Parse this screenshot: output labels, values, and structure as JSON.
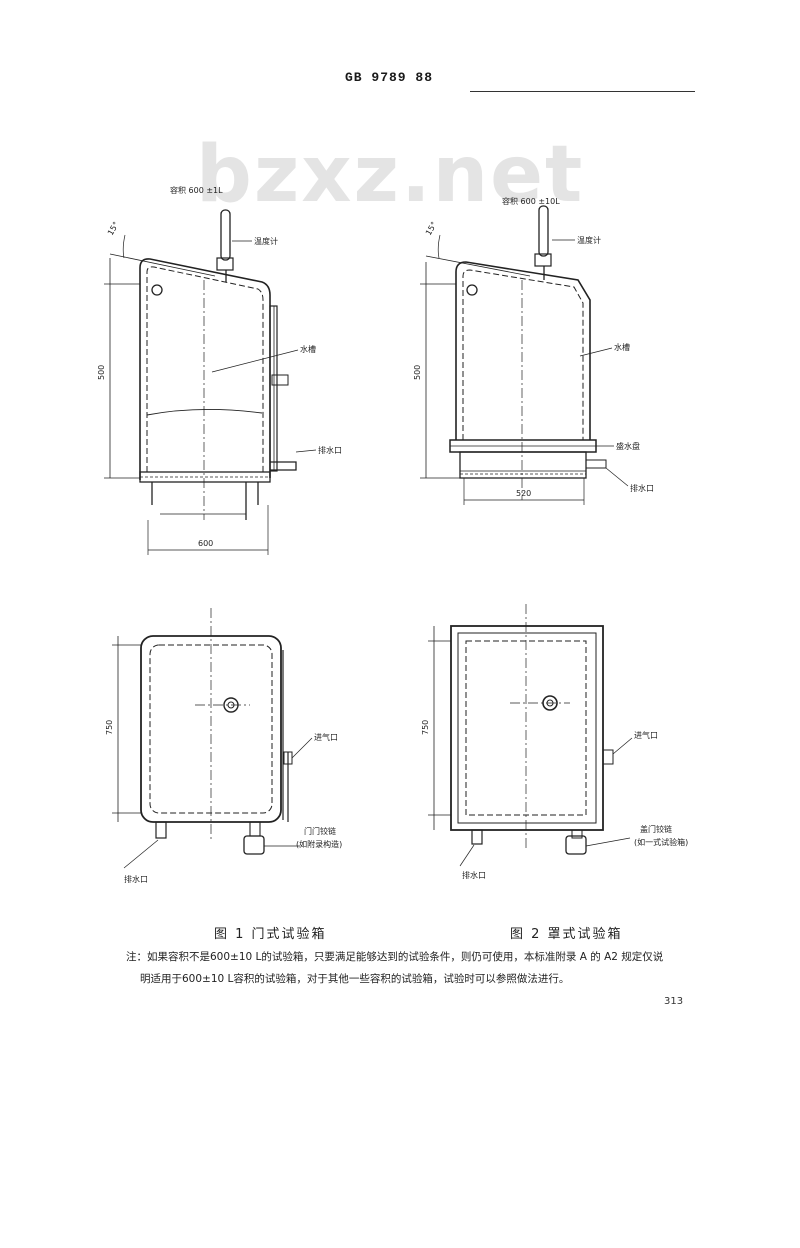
{
  "header": {
    "standard_no": "GB 9789  88"
  },
  "watermark": "bzxz.net",
  "figure1": {
    "top_view_labels": {
      "capacity": "容积 600 ±1L",
      "thermometer": "温度计",
      "water_tank": "水槽",
      "drain": "排水口",
      "angle": "15°",
      "height": "500",
      "width": "600"
    },
    "front_view_labels": {
      "height": "750",
      "inlet": "进气口",
      "door_hinge": "门门铰链",
      "door_hinge_note": "(如附录构造)",
      "drain": "排水口"
    },
    "caption": "图 1  门式试验箱"
  },
  "figure2": {
    "top_view_labels": {
      "capacity": "容积 600 ±10L",
      "thermometer": "温度计",
      "water_tank": "水槽",
      "tray": "盛水盘",
      "drain": "排水口",
      "angle": "15°",
      "height": "500",
      "width": "520"
    },
    "front_view_labels": {
      "height": "750",
      "inlet": "进气口",
      "door_hinge": "盖门铰链",
      "door_hinge_note": "(如一式试验箱)",
      "drain": "排水口"
    },
    "caption": "图 2  罩式试验箱"
  },
  "note": {
    "line1": "注：如果容积不是600±10 L的试验箱，只要满足能够达到的试验条件，则仍可使用，本标准附录 A 的 A2 规定仅说",
    "line2": "明适用于600±10 L容积的试验箱，对于其他一些容积的试验箱，试验时可以参照做法进行。"
  },
  "page_number": "313"
}
